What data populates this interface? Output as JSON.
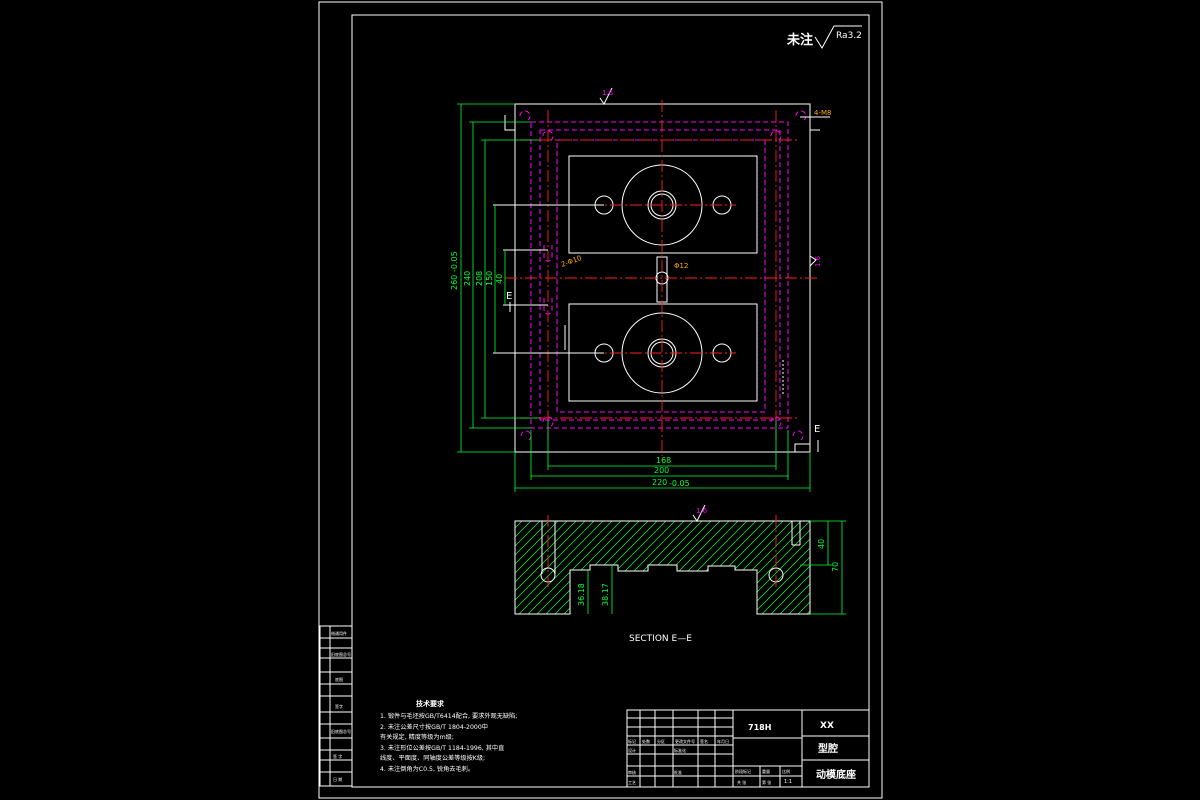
{
  "header": {
    "unmarked_label": "未注",
    "roughness_value": "Ra3.2"
  },
  "dims": {
    "w168": "168",
    "w200": "200",
    "w220": "220",
    "w220_tol": "-0.05",
    "h260": "260",
    "h260_tol": "-0.05",
    "h240": "240",
    "h208": "208",
    "h150": "150",
    "h40": "40",
    "roughness_top": "1.6",
    "roughness_side": "1.6",
    "thread": "4-M8",
    "holes_phi10": "2-Φ10",
    "phi12": "Φ12",
    "sec_roughness": "1.6",
    "sec_h40": "40",
    "sec_h70": "70",
    "sec_d36": "36.18",
    "sec_d38": "38.17"
  },
  "section_marks": {
    "left": "E",
    "right": "E"
  },
  "section_title": "SECTION E—E",
  "tech_requirements": {
    "title": "技术要求",
    "lines": [
      "1. 锻件与毛坯按GB/T6414配合, 要求外观无缺陷;",
      "2. 未注公差尺寸按GB/T 1804-2000中",
      "   有关规定, 精度等级为m级;",
      "3. 未注形位公差按GB/T 1184-1996, 其中直",
      "   线度、平面度、同轴度公差等级按K级;",
      "4. 未注倒角为C0.5, 锐角去毛刺。"
    ]
  },
  "left_strip": {
    "cells": [
      "借通用件",
      "",
      "旧底图总号",
      "",
      "底图",
      "",
      "签字",
      "",
      "旧底图总号",
      "",
      "签 字",
      "",
      "日 期"
    ]
  },
  "title_block": {
    "material": "718H",
    "company": "XX",
    "part_type": "型腔",
    "part_name": "动模底座",
    "header_cells": [
      "标记",
      "处数",
      "分区",
      "更改文件号",
      "签名",
      "年月日"
    ],
    "row_labels": [
      "设计",
      "标准化",
      "审核",
      "工艺",
      "批准"
    ],
    "scale_labels": [
      "阶段标记",
      "重量",
      "比例"
    ],
    "scale_value": "1:1",
    "sheet_labels": [
      "共 张",
      "第 张"
    ]
  }
}
